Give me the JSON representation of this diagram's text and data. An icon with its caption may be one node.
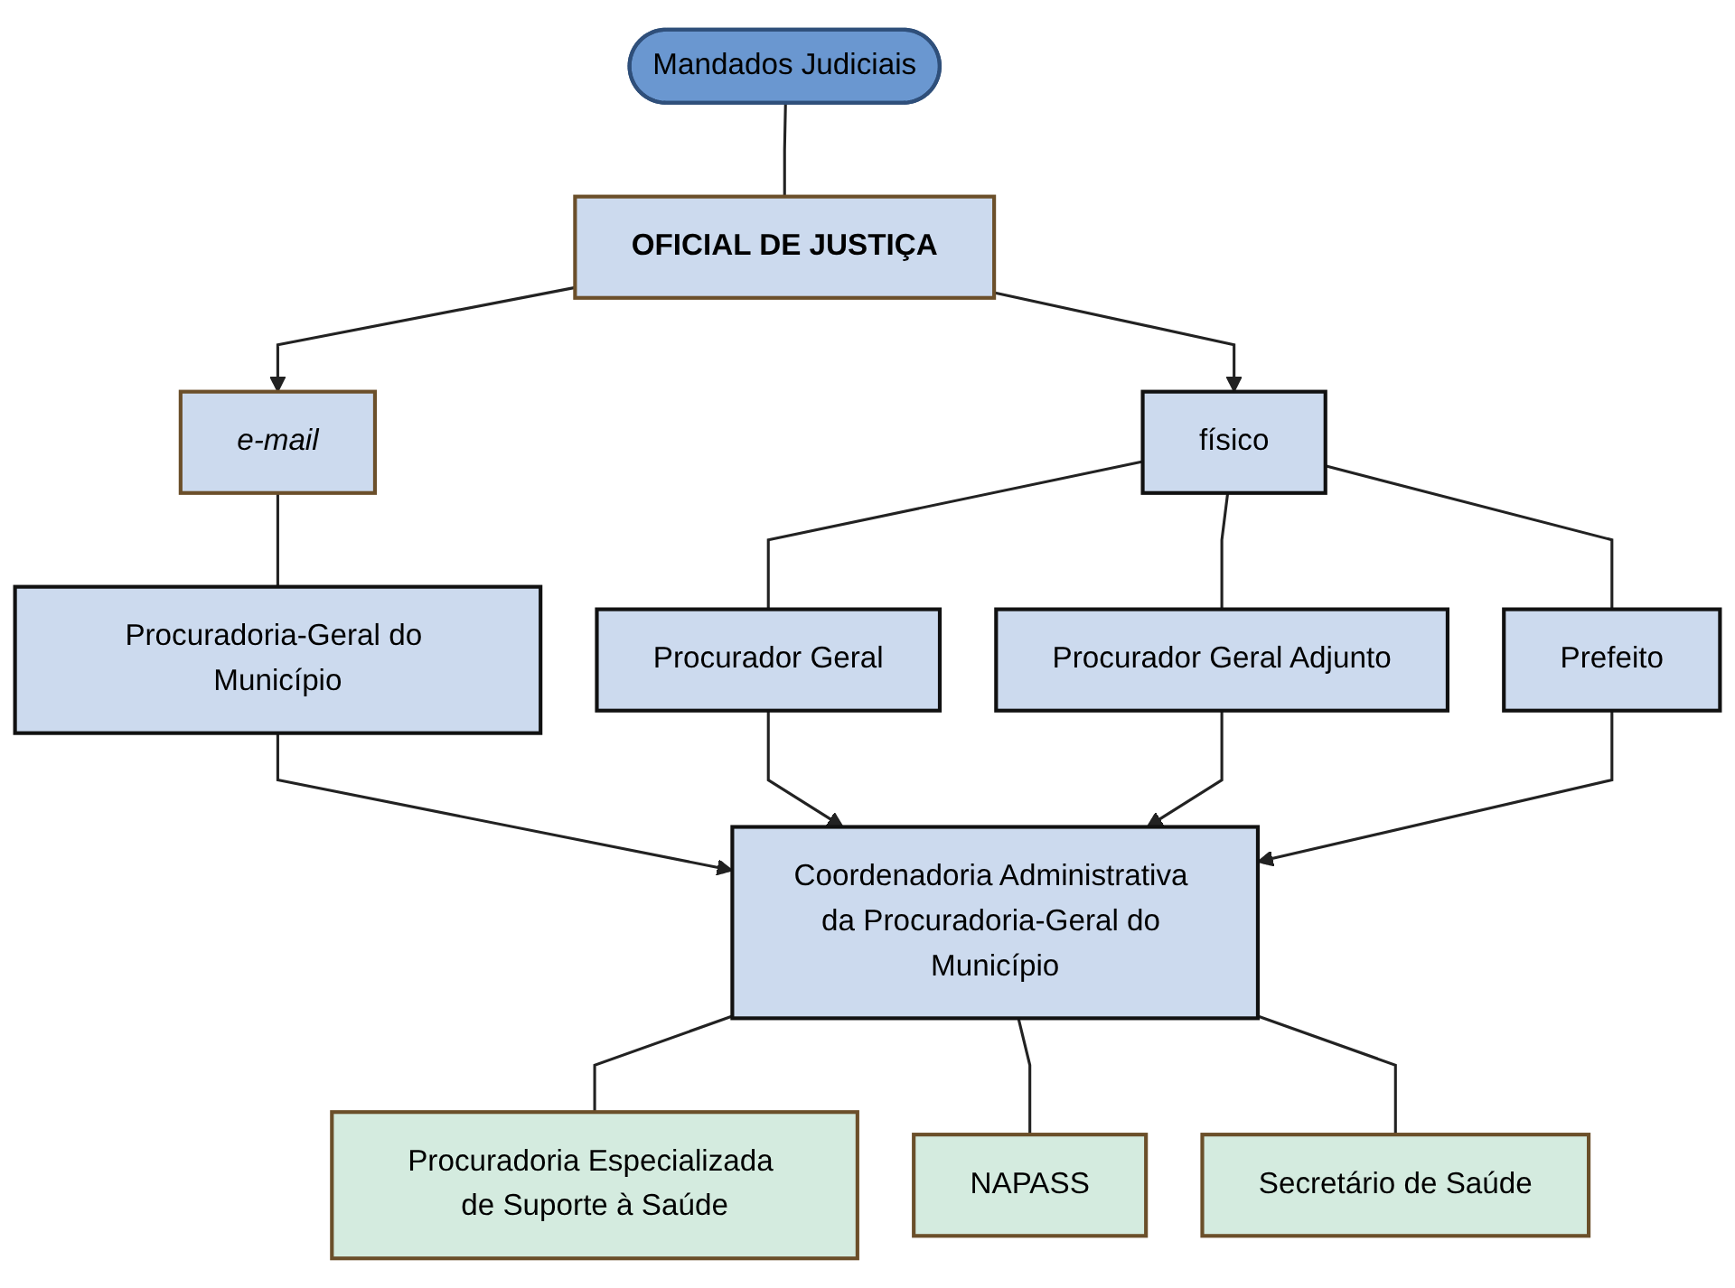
{
  "diagram": {
    "nodes": [
      {
        "text": [
          "Mandados Judiciais"
        ]
      },
      {
        "text": [
          "OFICIAL DE JUSTIÇA"
        ]
      },
      {
        "text": [
          "e-mail"
        ]
      },
      {
        "text": [
          "físico"
        ]
      },
      {
        "text": [
          "Procuradoria-Geral do Município"
        ]
      },
      {
        "text": [
          "Procurador Geral"
        ]
      },
      {
        "text": [
          "Procurador Geral Adjunto"
        ]
      },
      {
        "text": [
          "Prefeito"
        ]
      },
      {
        "text": [
          "Coordenadoria Administrativa da Procuradoria-Geral do Município"
        ]
      },
      {
        "text": [
          "Procuradoria Especializada de Suporte à Saúde"
        ]
      },
      {
        "text": [
          "NAPASS"
        ]
      },
      {
        "text": [
          "Secretário de Saúde"
        ]
      }
    ],
    "edges": [
      {
        "from": 0,
        "to": 1,
        "arrow": "none"
      },
      {
        "from": 1,
        "to": 2,
        "arrow": "to"
      },
      {
        "from": 1,
        "to": 3,
        "arrow": "to"
      },
      {
        "from": 2,
        "to": 4,
        "arrow": "none"
      },
      {
        "from": 3,
        "to": 5,
        "arrow": "none"
      },
      {
        "from": 3,
        "to": 6,
        "arrow": "none"
      },
      {
        "from": 3,
        "to": 7,
        "arrow": "none"
      },
      {
        "from": 4,
        "to": 8,
        "arrow": "to"
      },
      {
        "from": 5,
        "to": 8,
        "arrow": "to"
      },
      {
        "from": 6,
        "to": 8,
        "arrow": "to"
      },
      {
        "from": 7,
        "to": 8,
        "arrow": "to"
      },
      {
        "from": 8,
        "to": 9,
        "arrow": "none"
      },
      {
        "from": 8,
        "to": 10,
        "arrow": "none"
      },
      {
        "from": 8,
        "to": 11,
        "arrow": "none"
      }
    ]
  }
}
